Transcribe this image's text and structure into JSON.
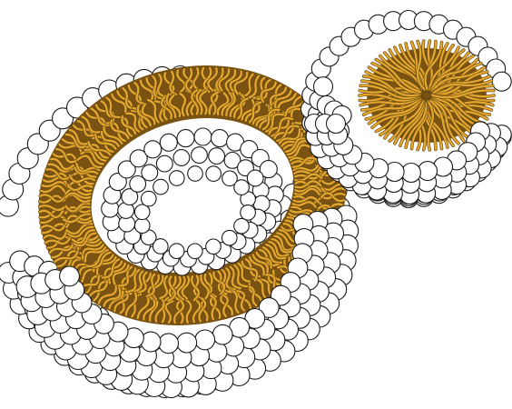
{
  "figure": {
    "structures": [
      {
        "id": "liposome",
        "kind": "cut-away bilayer vesicle"
      },
      {
        "id": "micelle",
        "kind": "cut-away micelle"
      }
    ]
  },
  "colors": {
    "background": "#ffffff",
    "head_fill": "#ffffff",
    "head_outline": "#1a1a1a",
    "tail": "#e3a72f",
    "tail_shadow": "#6b4a10",
    "core_dark": "#7a5312"
  },
  "icons": []
}
